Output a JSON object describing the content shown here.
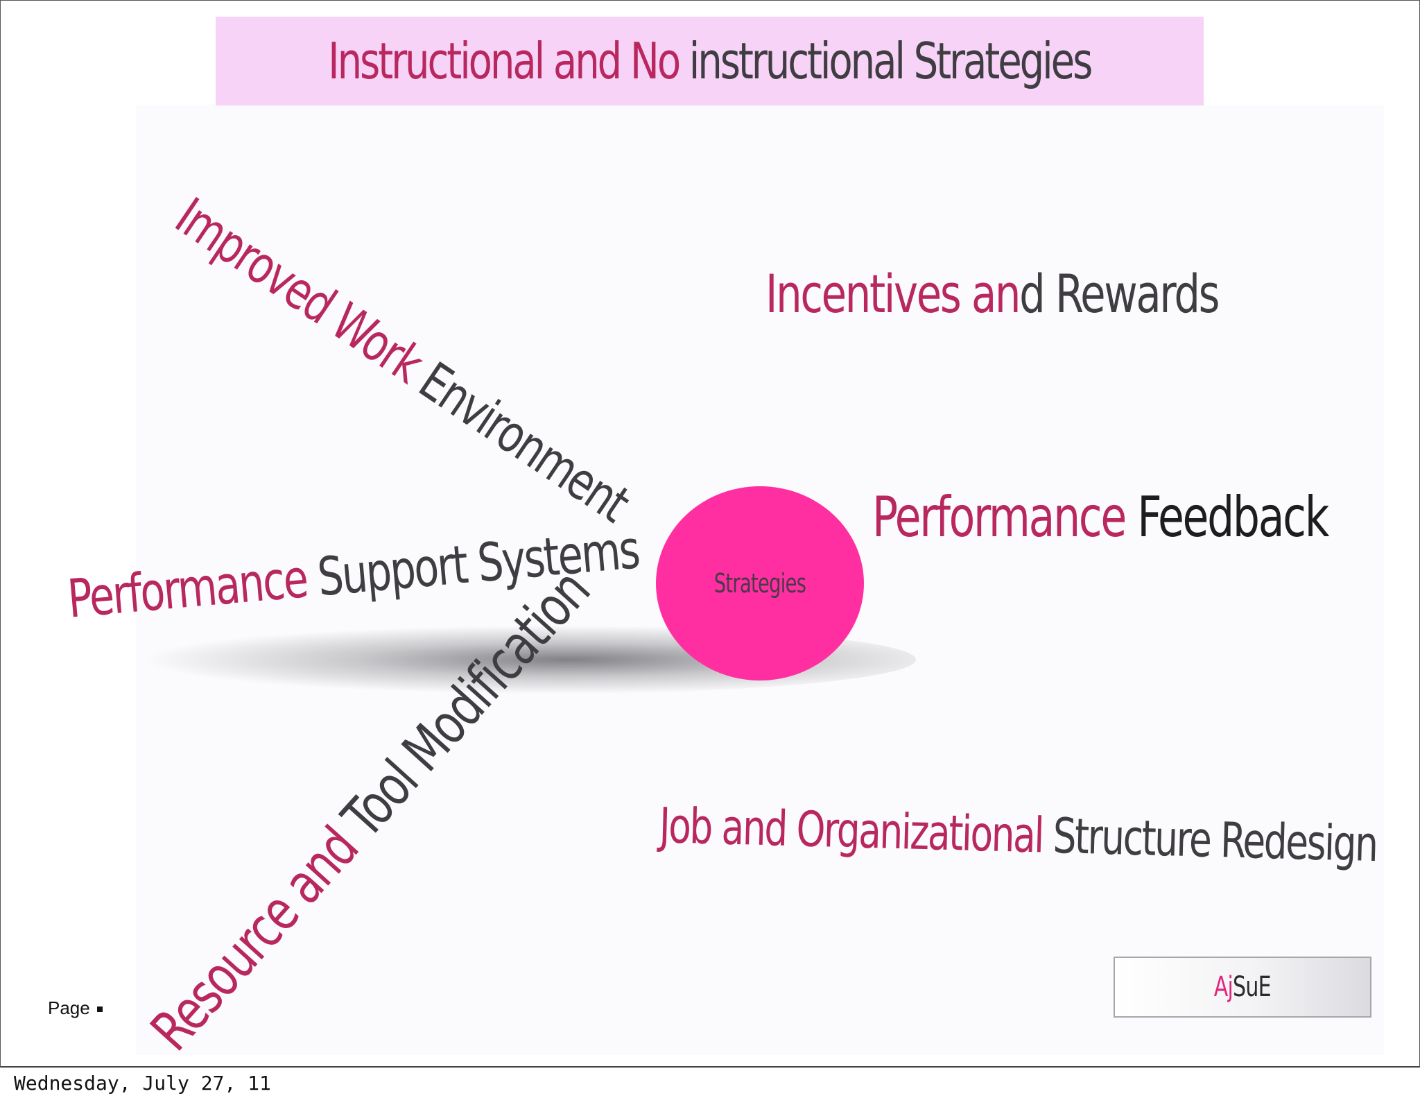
{
  "title": {
    "part1": "Instructional and No",
    "part2": " instructional Strategies"
  },
  "hub": {
    "label": "Strategies"
  },
  "branches": {
    "improved_work_env": {
      "part1": "Improved Work",
      "part2": " Environment"
    },
    "incentives": {
      "part1": "Incentives an",
      "part2": "d Rewards"
    },
    "performance_feedback": {
      "part1": "Performance",
      "part2": " Feedback"
    },
    "performance_support": {
      "part1": "Performance",
      "part2": " Support Systems"
    },
    "resource_tool": {
      "part1": "Resource and",
      "part2": " Tool Modification"
    },
    "job_org": {
      "part1": "Job and Organizational",
      "part2": " Structure Redesign"
    }
  },
  "footer": {
    "page_label": "Page",
    "logo_part1": "Aj",
    "logo_part2": "SuE",
    "date": "Wednesday, July 27, 11"
  },
  "colors": {
    "accent": "#b8285f",
    "hub": "#ff2fa1",
    "title_bg": "#f7d3f8",
    "dark_text": "#3f3d42"
  }
}
